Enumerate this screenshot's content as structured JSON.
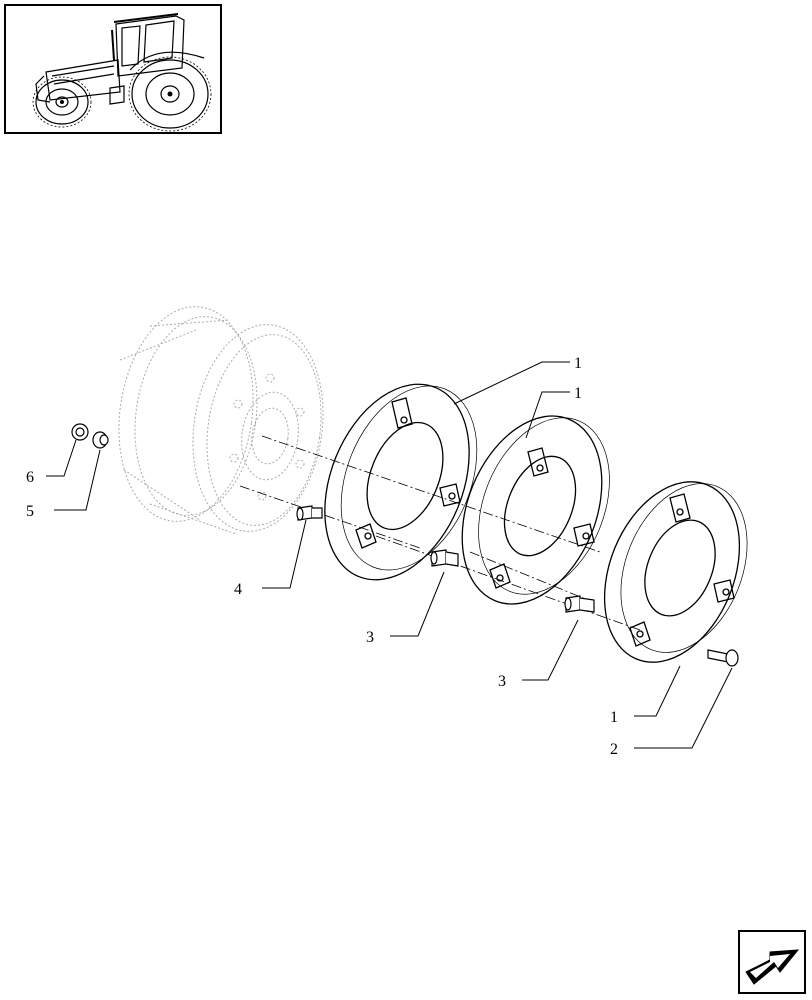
{
  "thumbnail": {
    "icon": "tractor-icon"
  },
  "callouts": {
    "c1a": "1",
    "c1b": "1",
    "c1c": "1",
    "c2": "2",
    "c3a": "3",
    "c3b": "3",
    "c4": "4",
    "c5": "5",
    "c6": "6"
  },
  "nav": {
    "icon": "next-page-arrow-icon"
  }
}
